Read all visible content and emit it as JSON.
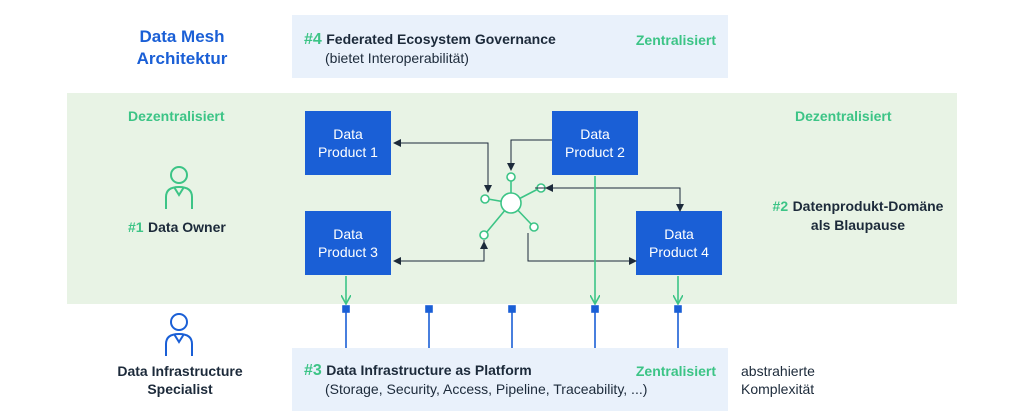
{
  "title": [
    "Data Mesh",
    "Architektur"
  ],
  "governance": {
    "number": "#4",
    "title": "Federated Ecosystem Governance",
    "subtitle": "(bietet Interoperabilität)",
    "status": "Zentralisiert"
  },
  "platform": {
    "number": "#3",
    "title": "Data Infrastructure as Platform",
    "subtitle": "(Storage, Security, Access, Pipeline, Traceability, ...)",
    "status": "Zentralisiert"
  },
  "domain_band": {
    "left_status": "Dezentralisiert",
    "right_status": "Dezentralisiert"
  },
  "data_owner": {
    "number": "#1",
    "label": "Data Owner"
  },
  "domain_label": {
    "number": "#2",
    "line1": "Datenprodukt-Domäne",
    "line2": "als Blaupause"
  },
  "specialist": {
    "line1": "Data Infrastructure",
    "line2": "Specialist"
  },
  "complexity": {
    "line1": "abstrahierte",
    "line2": "Komplexität"
  },
  "products": [
    {
      "line1": "Data",
      "line2": "Product 1"
    },
    {
      "line1": "Data",
      "line2": "Product 2"
    },
    {
      "line1": "Data",
      "line2": "Product 3"
    },
    {
      "line1": "Data",
      "line2": "Product 4"
    }
  ],
  "colors": {
    "blue": "#1a5fd6",
    "green": "#3cc486",
    "light_blue_bg": "#e9f1fb",
    "light_green_bg": "#e8f3e5",
    "dark": "#1c2a3a"
  },
  "icons": [
    "person-outline-icon",
    "hub-network-icon"
  ]
}
